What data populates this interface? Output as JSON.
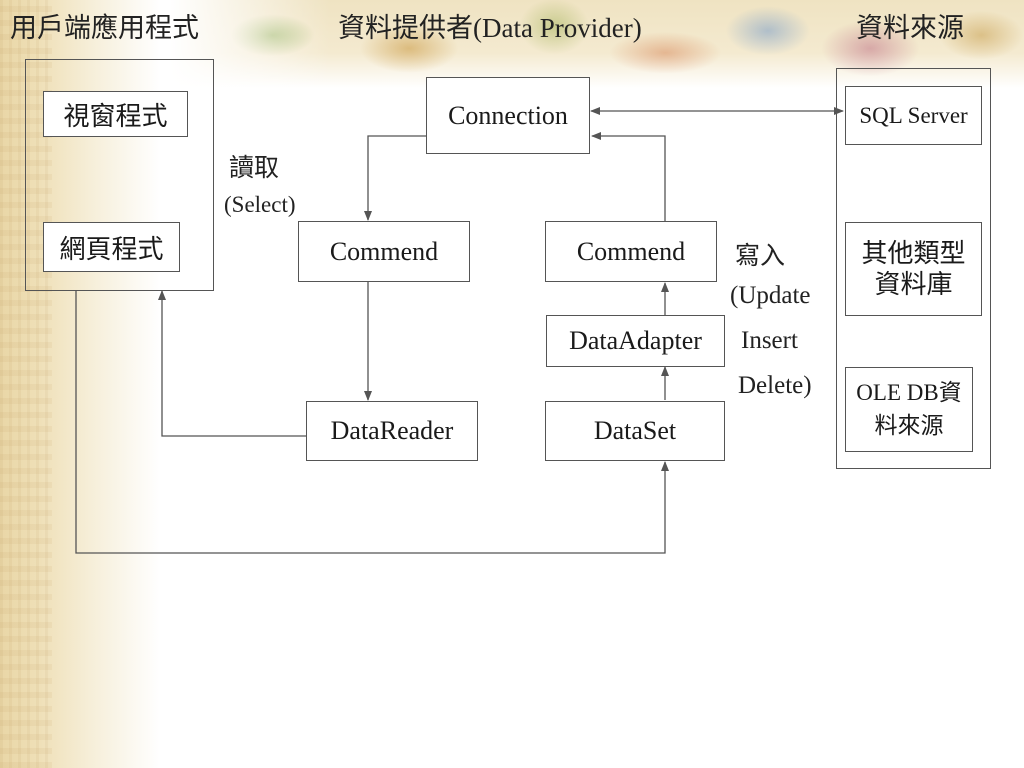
{
  "titles": {
    "client": "用戶端應用程式",
    "provider": "資料提供者(Data Provider)",
    "source": "資料來源"
  },
  "client_apps": {
    "window_app": "視窗程式",
    "web_app": "網頁程式"
  },
  "provider_nodes": {
    "connection": "Connection",
    "command_read": "Commend",
    "command_write": "Commend",
    "data_reader": "DataReader",
    "data_adapter": "DataAdapter",
    "data_set": "DataSet"
  },
  "read_label": {
    "line1": "讀取",
    "line2": "(Select)"
  },
  "write_label": {
    "line1": "寫入",
    "line2": "(Update",
    "line3": "Insert",
    "line4": "Delete)"
  },
  "data_sources": {
    "sql_server": "SQL Server",
    "other_line1": "其他類型",
    "other_line2": "資料庫",
    "oledb_line1": "OLE DB資",
    "oledb_line2": "料來源"
  },
  "colors": {
    "line": "#555555",
    "parchment": "#e9d6a6"
  }
}
